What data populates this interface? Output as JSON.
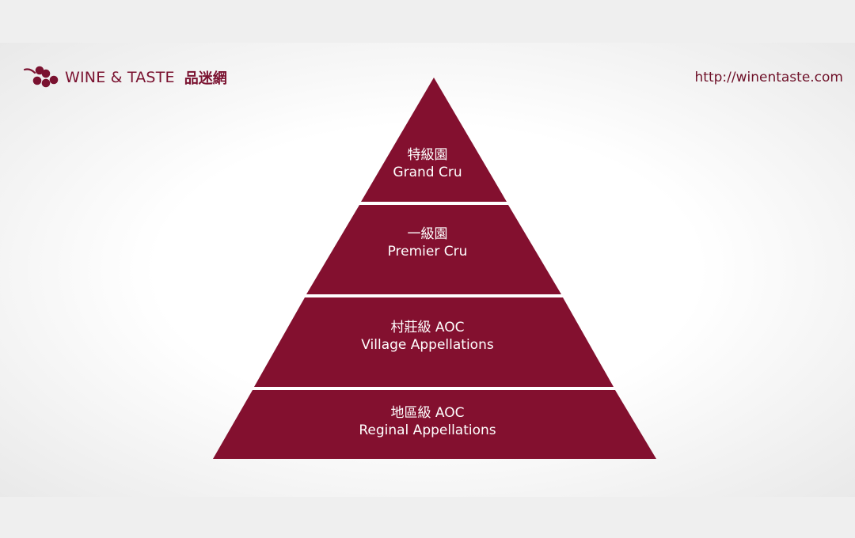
{
  "header": {
    "brand_name": "WINE & TASTE",
    "brand_cn": "品迷網",
    "url": "http://winentaste.com"
  },
  "colors": {
    "tier_fill": "#83102f",
    "brand": "#7a1230",
    "divider": "#ffffff",
    "label_text": "#ffffff"
  },
  "pyramid": {
    "tiers": [
      {
        "cn": "特級園",
        "en": "Grand Cru"
      },
      {
        "cn": "一級園",
        "en": "Premier Cru"
      },
      {
        "cn": "村莊級 AOC",
        "en": "Village Appellations"
      },
      {
        "cn": "地區級 AOC",
        "en": "Reginal Appellations"
      }
    ]
  }
}
